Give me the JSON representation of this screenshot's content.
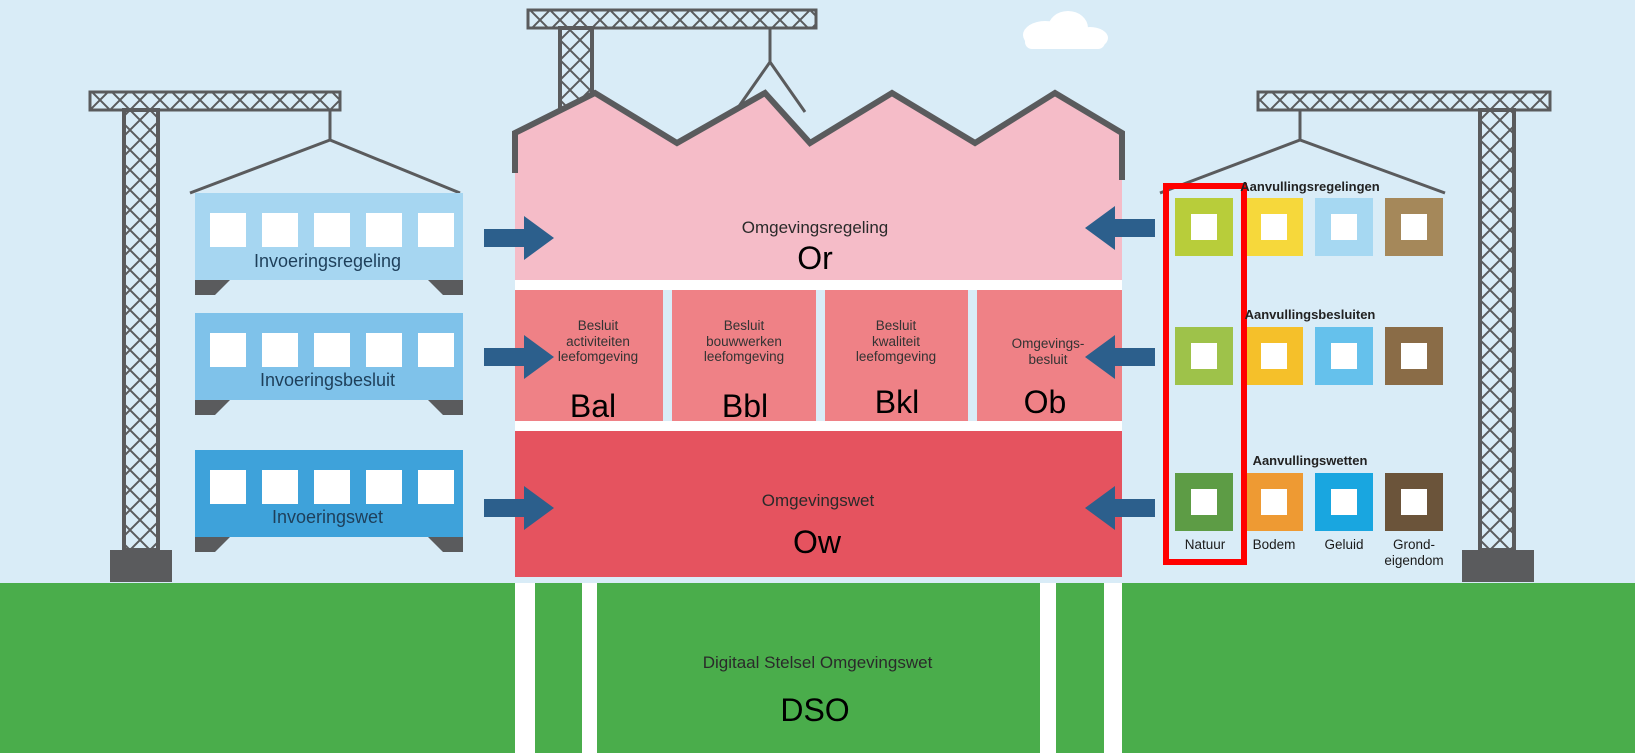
{
  "dso": {
    "title": "Digitaal Stelsel Omgevingswet",
    "abbr": "DSO"
  },
  "building": {
    "top": {
      "title": "Omgevingsregeling",
      "abbr": "Or"
    },
    "middle": [
      {
        "title": "Besluit\nactiviteiten\nleefomgeving",
        "abbr": "Bal"
      },
      {
        "title": "Besluit\nbouwwerken\nleefomgeving",
        "abbr": "Bbl"
      },
      {
        "title": "Besluit\nkwaliteit\nleefomgeving",
        "abbr": "Bkl"
      },
      {
        "title": "Omgevings-\nbesluit",
        "abbr": "Ob"
      }
    ],
    "bottom": {
      "title": "Omgevingswet",
      "abbr": "Ow"
    }
  },
  "left_wagons": [
    {
      "label": "Invoeringsregeling",
      "color": "#a6d6f1"
    },
    {
      "label": "Invoeringsbesluit",
      "color": "#7fc2ea"
    },
    {
      "label": "Invoeringswet",
      "color": "#3ea2da"
    }
  ],
  "right_stack": {
    "rows": [
      {
        "heading": "Aanvullingsregelingen",
        "colors": [
          "#b8cd3a",
          "#f6d83b",
          "#a6d8f2",
          "#a5885a"
        ]
      },
      {
        "heading": "Aanvullingsbesluiten",
        "colors": [
          "#9ec24a",
          "#f5c02a",
          "#65c1ec",
          "#8a6c47"
        ]
      },
      {
        "heading": "Aanvullingswetten",
        "colors": [
          "#5d9c45",
          "#ee9a33",
          "#19a6e0",
          "#6b543a"
        ]
      }
    ],
    "columns": [
      "Natuur",
      "Bodem",
      "Geluid",
      "Grond-\neigendom"
    ]
  },
  "colors": {
    "sky": "#d9ecf7",
    "grass": "#4aad4b",
    "crane": "#5a5b5d",
    "roof": "#f5bcc8",
    "middle": "#ef8186",
    "bottom": "#e5535f",
    "arrow": "#2c5f8c",
    "highlight": "#ff0000"
  }
}
